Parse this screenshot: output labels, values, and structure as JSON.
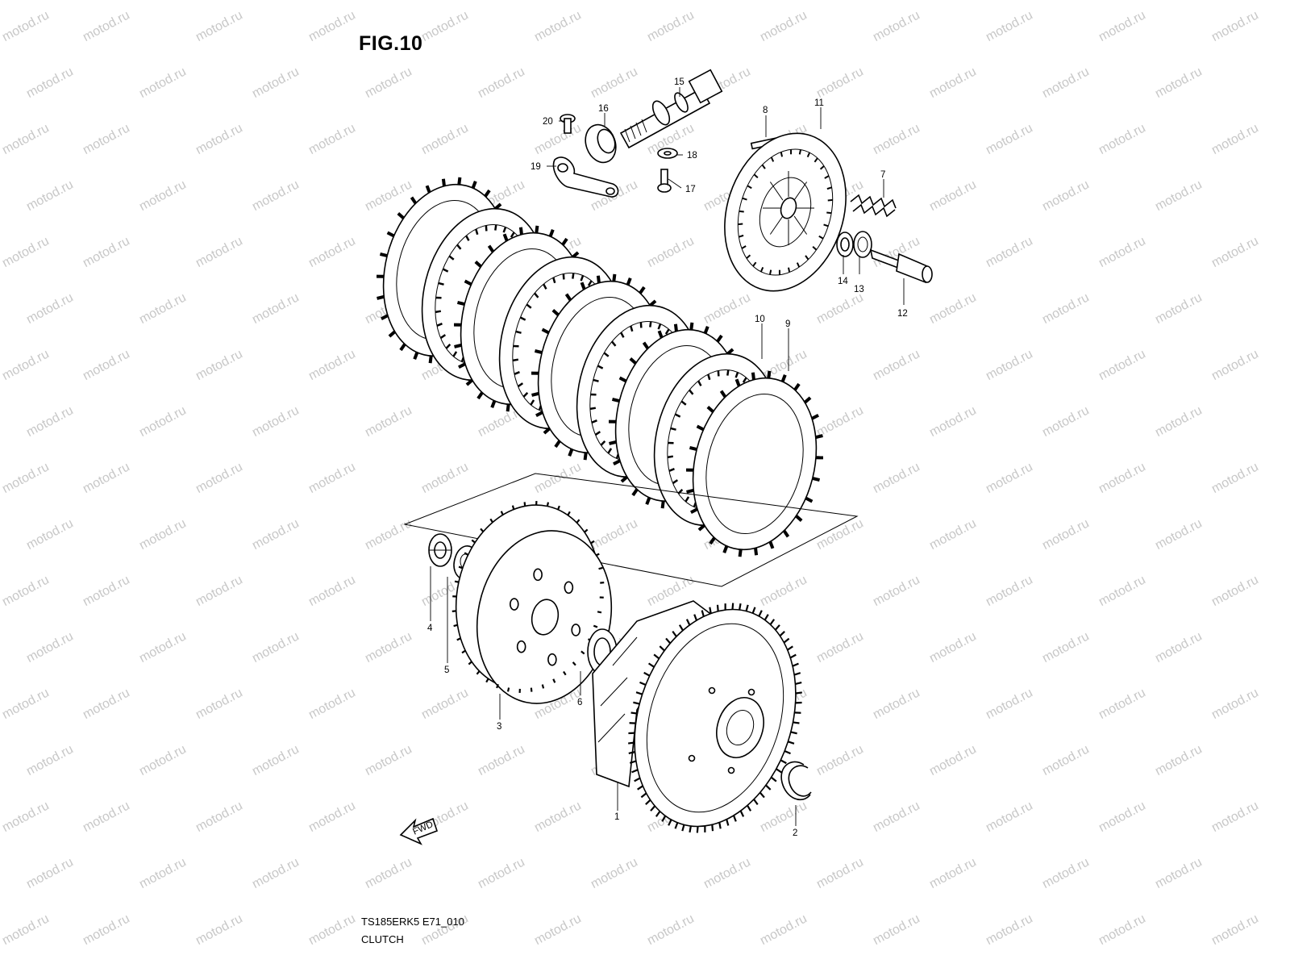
{
  "figure": {
    "title": "FIG.10",
    "code": "TS185ERK5 E71_010",
    "caption": "CLUTCH",
    "watermark_text": "motod.ru",
    "fwd_label": "FWD"
  },
  "callouts": [
    {
      "id": "c1",
      "label": "1"
    },
    {
      "id": "c2",
      "label": "2"
    },
    {
      "id": "c3",
      "label": "3"
    },
    {
      "id": "c4",
      "label": "4"
    },
    {
      "id": "c5",
      "label": "5"
    },
    {
      "id": "c6",
      "label": "6"
    },
    {
      "id": "c7",
      "label": "7"
    },
    {
      "id": "c8",
      "label": "8"
    },
    {
      "id": "c9",
      "label": "9"
    },
    {
      "id": "c10",
      "label": "10"
    },
    {
      "id": "c11",
      "label": "11"
    },
    {
      "id": "c12",
      "label": "12"
    },
    {
      "id": "c13",
      "label": "13"
    },
    {
      "id": "c14",
      "label": "14"
    },
    {
      "id": "c15",
      "label": "15"
    },
    {
      "id": "c16",
      "label": "16"
    },
    {
      "id": "c17",
      "label": "17"
    },
    {
      "id": "c18",
      "label": "18"
    },
    {
      "id": "c19",
      "label": "19"
    },
    {
      "id": "c20",
      "label": "20"
    }
  ]
}
